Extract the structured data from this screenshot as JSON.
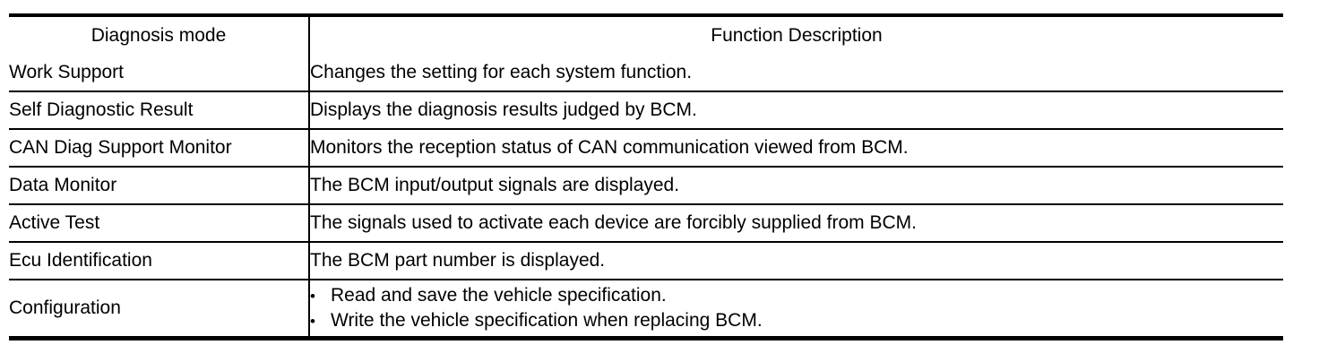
{
  "colors": {
    "border": "#000000",
    "text": "#000000",
    "background": "#ffffff"
  },
  "bullet_glyph": "•",
  "table": {
    "header": {
      "col1": "Diagnosis mode",
      "col2": "Function Description"
    },
    "rows": [
      {
        "mode": "Work Support",
        "description": "Changes the setting for each system function."
      },
      {
        "mode": "Self Diagnostic Result",
        "description": "Displays the diagnosis results judged by BCM."
      },
      {
        "mode": "CAN Diag Support Monitor",
        "description": "Monitors the reception status of CAN communication viewed from BCM."
      },
      {
        "mode": "Data Monitor",
        "description": "The BCM input/output signals are displayed."
      },
      {
        "mode": "Active Test",
        "description": "The signals used to activate each device are forcibly supplied from BCM."
      },
      {
        "mode": "Ecu Identification",
        "description": "The BCM part number is displayed."
      },
      {
        "mode": "Configuration",
        "bullets": [
          "Read and save the vehicle specification.",
          "Write the vehicle specification when replacing BCM."
        ]
      }
    ]
  }
}
